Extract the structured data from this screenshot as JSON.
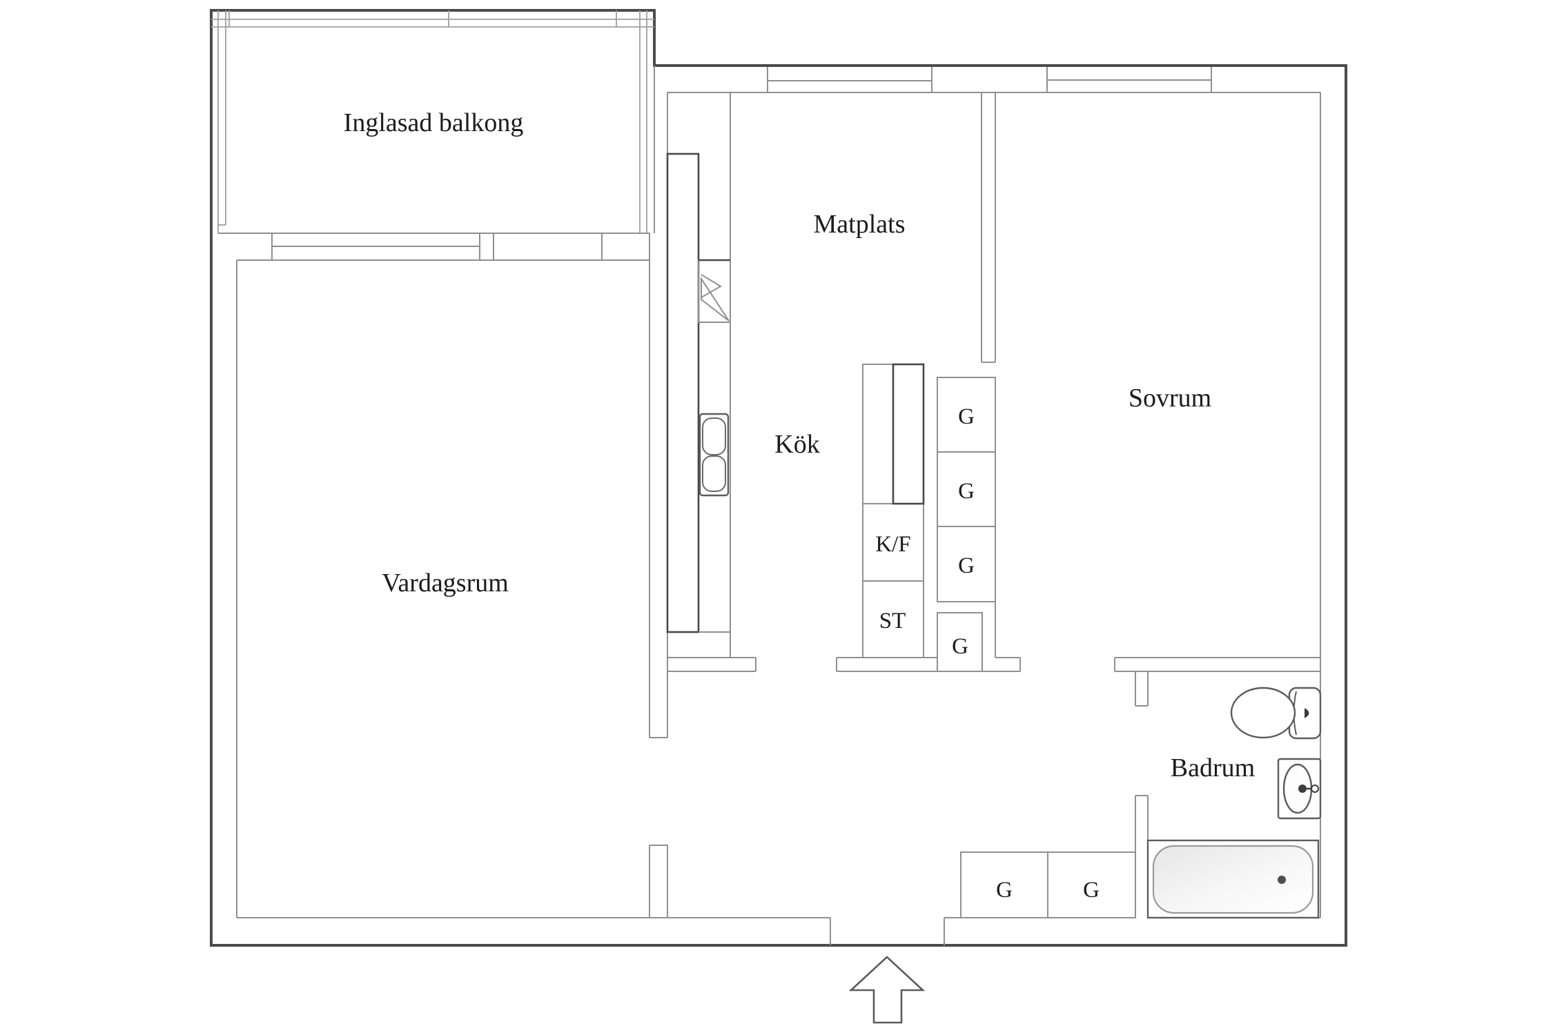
{
  "floorplan": {
    "rooms": [
      {
        "name": "balcony",
        "label": "Inglasad balkong"
      },
      {
        "name": "living-room",
        "label": "Vardagsrum"
      },
      {
        "name": "dining-area",
        "label": "Matplats"
      },
      {
        "name": "kitchen",
        "label": "Kök"
      },
      {
        "name": "bedroom",
        "label": "Sovrum"
      },
      {
        "name": "bathroom",
        "label": "Badrum"
      }
    ],
    "cabinet_labels": {
      "fridge_freezer": "K/F",
      "cleaning_closet": "ST"
    },
    "wardrobe_labels": [
      "G",
      "G",
      "G",
      "G",
      "G",
      "G"
    ],
    "fixture_icons": [
      "stove-icon",
      "kitchen-sink-icon",
      "toilet-icon",
      "washbasin-icon",
      "bathtub-icon",
      "entrance-arrow-icon"
    ],
    "colors": {
      "outline": "#4b4b4b",
      "wall": "#8f8f8f",
      "fixture": "#5c5c5c",
      "text": "#1c1c1c",
      "tub_shade": "#ebebeb",
      "background": "#ffffff"
    }
  }
}
